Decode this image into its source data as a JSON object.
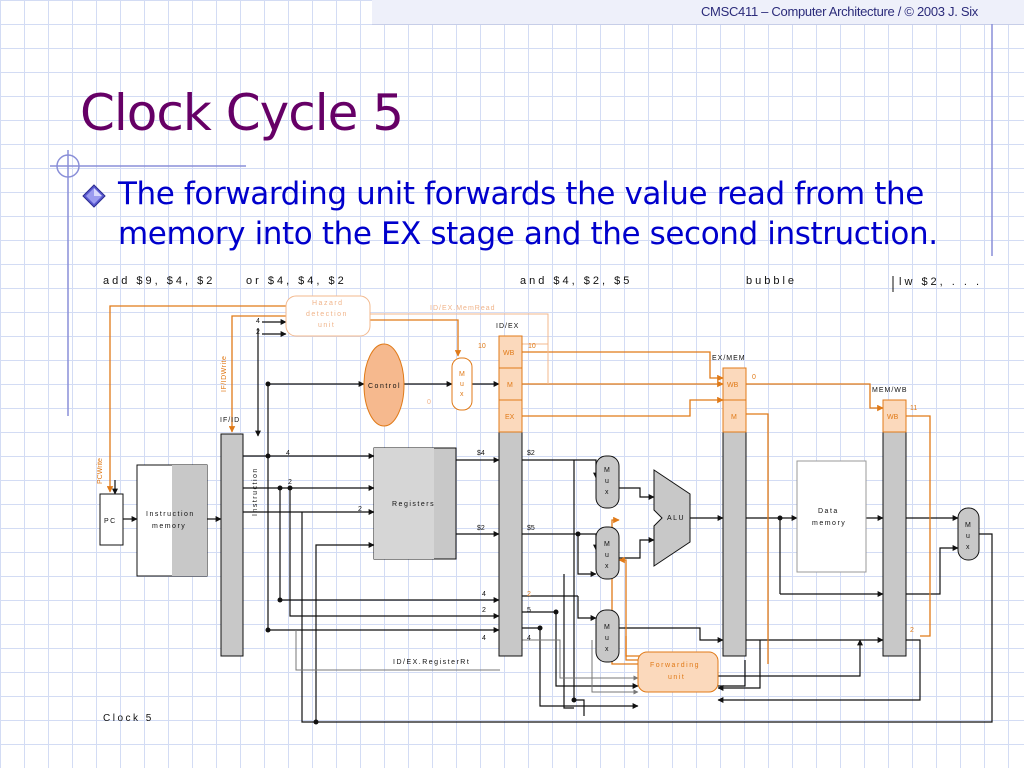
{
  "header": {
    "text": "CMSC411 – Computer Architecture / © 2003 J. Six"
  },
  "title": "Clock Cycle 5",
  "bullet": {
    "text": "The forwarding unit forwards the value read from the memory into the EX stage and the second instruction."
  },
  "diagram": {
    "instructions": [
      "add $9, $4, $2",
      "or $4, $4, $2",
      "and $4, $2, $5",
      "bubble",
      "lw $2, . . ."
    ],
    "clock_label": "Clock 5",
    "pipeline_registers": [
      "IF/ID",
      "ID/EX",
      "EX/MEM",
      "MEM/WB"
    ],
    "stage_fields": {
      "wb": "WB",
      "m": "M",
      "ex": "EX"
    },
    "units": {
      "pc": "PC",
      "instr_mem_1": "Instruction",
      "instr_mem_2": "memory",
      "instruction_bus": "Instruction",
      "registers": "Registers",
      "alu": "ALU",
      "data_mem_1": "Data",
      "data_mem_2": "memory",
      "control": "Control",
      "hazard_1": "Hazard",
      "hazard_2": "detection",
      "hazard_3": "unit",
      "forward_1": "Forwarding",
      "forward_2": "unit",
      "mux_1": "M",
      "mux_2": "u",
      "mux_3": "x"
    },
    "signals": {
      "pc_write": "PCWrite",
      "if_id_write": "IF/IDWrite",
      "id_ex_memread": "ID/EX.MemRead",
      "id_ex_rt": "ID/EX.RegisterRt"
    },
    "values": {
      "hz_4": "4",
      "hz_2": "2",
      "ifid_4": "4",
      "ifid_2a": "2",
      "ifid_2b": "2",
      "reg_rs": "$4",
      "reg_rs_ex": "$2",
      "reg_rt": "$2",
      "reg_rt_ex": "$5",
      "idex_4a": "4",
      "idex_2": "2",
      "idex_4b": "4",
      "ex_2": "2",
      "ex_5": "5",
      "ex_4": "4",
      "ctrl_10a": "10",
      "ctrl_10b": "10",
      "ctrl_0": "0",
      "exmem_0": "0",
      "memwb_11": "11",
      "memwb_2": "2"
    }
  }
}
